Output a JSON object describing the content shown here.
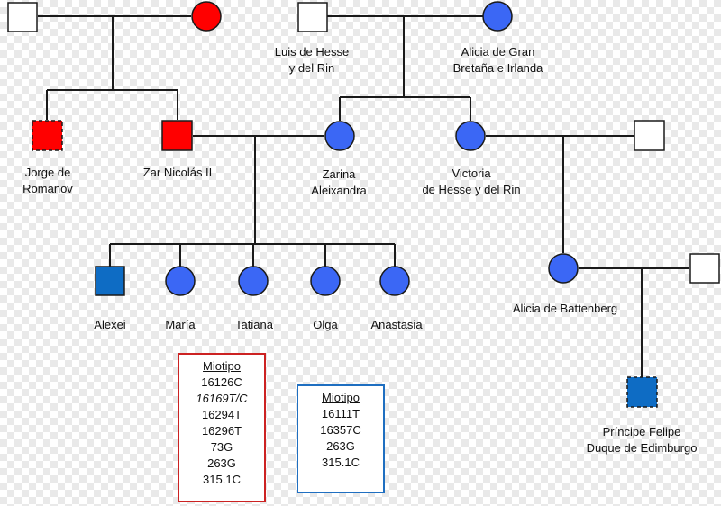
{
  "colors": {
    "line": "#1a1a1a",
    "affected_male": "#ff0000",
    "affected_female": "#ff0000",
    "carrier_female": "#3b67f5",
    "carrier_male": "#0e6cc4",
    "unaffected": "#ffffff",
    "red_box": "#cc2222",
    "blue_box": "#1f6fc1"
  },
  "people": {
    "gp_male": "",
    "gp_female": "",
    "luis": "Luis de Hesse\ny del Rin",
    "alicia_gb": "Alicia de Gran\nBretaña e Irlanda",
    "jorge": "Jorge de\nRomanov",
    "nicolas": "Zar Nicolás II",
    "zarina": "Zarina\nAleixandra",
    "victoria": "Victoria\nde Hesse y del Rin",
    "alexei": "Alexei",
    "maria": "María",
    "tatiana": "Tatiana",
    "olga": "Olga",
    "anastasia": "Anastasia",
    "alicia_bat": "Alicia de Battenberg",
    "felipe": "Príncipe Felipe\nDuque de Edimburgo"
  },
  "miotipo_red": {
    "title": "Miotipo",
    "lines": [
      "16126C",
      "16169T/C",
      "16294T",
      "16296T",
      "73G",
      "263G",
      "315.1C"
    ]
  },
  "miotipo_blue": {
    "title": "Miotipo",
    "lines": [
      "16111T",
      "16357C",
      "263G",
      "315.1C"
    ]
  }
}
